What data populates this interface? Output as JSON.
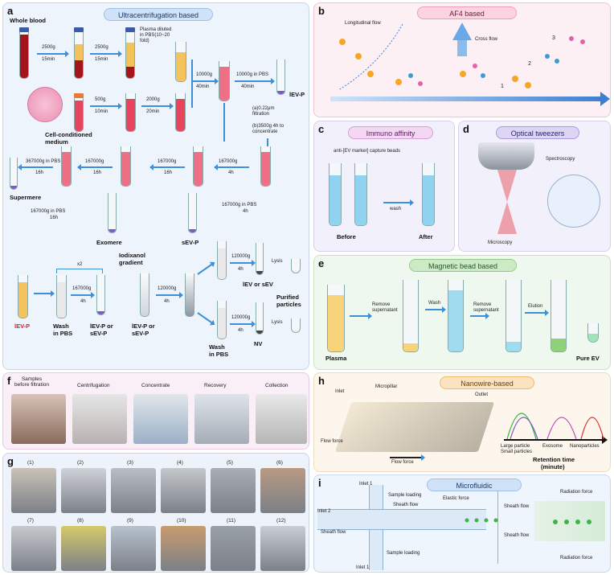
{
  "panels": {
    "a": {
      "label": "a",
      "banner": "Ultracentrifugation based",
      "whole_blood": "Whole blood",
      "s1_speed": "2500g",
      "s1_time": "15min",
      "s2_speed": "2500g",
      "s2_time": "15min",
      "plasma": "Plasma diluted\nin PBS(10~20\nfold)",
      "c1_speed": "500g",
      "c1_time": "10min",
      "c2_speed": "2000g",
      "c2_time": "20min",
      "m_speed": "10000g",
      "m_time": "40min",
      "m2_speed": "10000g in PBS",
      "m2_time": "40min",
      "lev_p": "lEV-P",
      "filter_a": "(a)0.22μm\nfiltration",
      "filter_b": "(b)3500g 4h to\nconcentrate",
      "cell_medium": "Cell-conditioned\nmedium",
      "r1_speed": "367000g in PBS",
      "r1_time": "16h",
      "r2_speed": "167000g",
      "r2_time": "16h",
      "r3_speed": "167000g",
      "r3_time": "16h",
      "r4_speed": "167000g",
      "r4_time": "4h",
      "supermere": "Supermere",
      "e1_speed": "167000g in PBS",
      "e1_time": "16h",
      "e2_speed": "167000g in PBS",
      "e2_time": "4h",
      "exomere": "Exomere",
      "sev_p": "sEV-P",
      "b_lev_p": "lEV-P",
      "x2": "x2",
      "b1_speed": "167000g",
      "b1_time": "4h",
      "iodixanol": "Iodixanol\ngradient",
      "b2_speed": "120000g",
      "b2_time": "4h",
      "b3_speed": "120000g",
      "b3_time": "4h",
      "b4_speed": "120000g",
      "b4_time": "4h",
      "lysis1": "Lysis",
      "lysis2": "Lysis",
      "wash_pbs": "Wash\nin PBS",
      "lev_or_sev": "lEV-P or\nsEV-P",
      "lev_or_sev2": "lEV-P or\nsEV-P",
      "iev_or_sev": "lEV or sEV",
      "purified": "Purified\nparticles",
      "wash_pbs2": "Wash\nin PBS",
      "nv": "NV"
    },
    "b": {
      "label": "b",
      "banner": "AF4 based",
      "longitudinal": "Longitudinal flow",
      "cross": "Cross flow",
      "n1": "1",
      "n2": "2",
      "n3": "3"
    },
    "c": {
      "label": "c",
      "banner": "Immuno affinity",
      "beads": "anti-[EV marker] capture beads",
      "wash": "wash",
      "before": "Before",
      "after": "After"
    },
    "d": {
      "label": "d",
      "banner": "Optical tweezers",
      "spectroscopy": "Spectroscopy",
      "microscopy": "Microscopy"
    },
    "e": {
      "label": "e",
      "banner": "Magnetic bead based",
      "plasma": "Plasma",
      "remove1": "Remove\nsupernatant",
      "wash": "Wash",
      "remove2": "Remove\nsupernatant",
      "elution": "Elution",
      "pure_ev": "Pure EV"
    },
    "f": {
      "label": "f",
      "steps": [
        "Samples\nbefore filtration",
        "Centrifugation",
        "Concentrate",
        "Recovery",
        "Collection"
      ]
    },
    "g": {
      "label": "g",
      "photos": [
        "(1)",
        "(2)",
        "(3)",
        "(4)",
        "(5)",
        "(6)",
        "(7)",
        "(8)",
        "(9)",
        "(10)",
        "(11)",
        "(12)"
      ]
    },
    "h": {
      "label": "h",
      "banner": "Nanowire-based",
      "inlet": "Inlet",
      "micropillar": "Micropillar",
      "outlet": "Outlet",
      "flow_force": "Flow force",
      "flow_force2": "Flow force",
      "large": "Large particle",
      "small": "Small particles",
      "exosome": "Exosome",
      "nano": "Nanoparticles",
      "retention": "Retention time",
      "minute": "(minute)"
    },
    "i": {
      "label": "i",
      "banner": "Microfluidic",
      "inlet1": "Inlet 1",
      "inlet2": "Inlet 2",
      "inlet1b": "Inlet 1",
      "sample_loading": "Sample loading",
      "sheath_flow": "Sheath flow",
      "elastic": "Elastic force",
      "sheath_left": "Sheath flow",
      "sample_loading2": "Sample loading",
      "radiation1": "Radiation force",
      "sheath_r1": "Sheath flow",
      "sheath_r2": "Sheath flow",
      "radiation2": "Radiation force"
    }
  },
  "colors": {
    "blue_arrow": "#3c8fd8",
    "panel_a_bg": "#eef4fb",
    "panel_b_bg": "#fdf0f4",
    "panel_e_bg": "#eff8ee",
    "panel_h_bg": "#fdf6ec",
    "panel_i_bg": "#eef5fc",
    "panel_f_bg": "#faeef7",
    "panel_g_bg": "#eef3fb"
  }
}
